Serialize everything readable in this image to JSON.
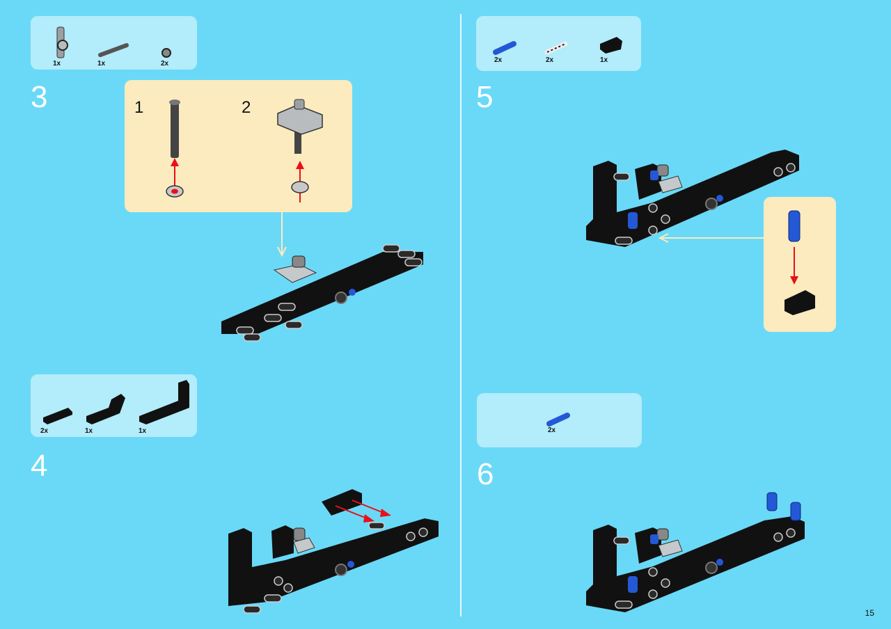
{
  "page": {
    "number": "15"
  },
  "colors": {
    "background": "#6ad9f7",
    "parts_panel": "#b3ecfa",
    "callout": "#fbebbf",
    "arrow": "#e8101a"
  },
  "steps": [
    {
      "number": "3",
      "parts": [
        {
          "icon": "angle-connector-icon",
          "qty": "1x"
        },
        {
          "icon": "axle-icon",
          "qty": "1x"
        },
        {
          "icon": "bush-icon",
          "qty": "2x"
        }
      ],
      "substeps": [
        {
          "number": "1"
        },
        {
          "number": "2"
        }
      ]
    },
    {
      "number": "4",
      "parts": [
        {
          "icon": "short-beam-icon",
          "qty": "2x"
        },
        {
          "icon": "bent-beam-icon",
          "qty": "1x"
        },
        {
          "icon": "l-beam-icon",
          "qty": "1x"
        }
      ]
    },
    {
      "number": "5",
      "parts": [
        {
          "icon": "blue-pin-icon",
          "qty": "2x"
        },
        {
          "icon": "friction-pin-icon",
          "qty": "2x"
        },
        {
          "icon": "black-beam-icon",
          "qty": "1x"
        }
      ]
    },
    {
      "number": "6",
      "parts": [
        {
          "icon": "blue-pin-icon",
          "qty": "2x"
        }
      ]
    }
  ]
}
